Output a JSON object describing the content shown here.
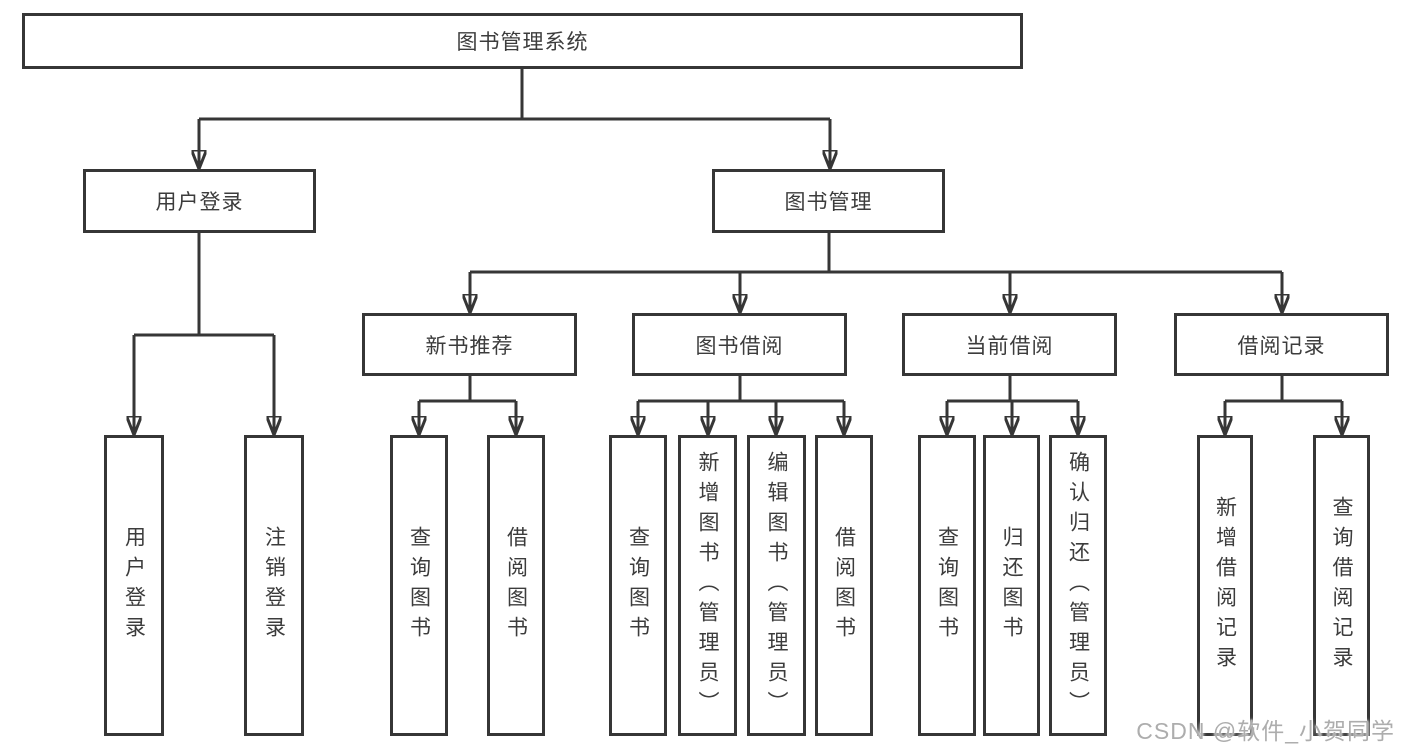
{
  "tree": {
    "label": "图书管理系统",
    "children": [
      {
        "label": "用户登录",
        "children": [
          {
            "label": "用户登录"
          },
          {
            "label": "注销登录"
          }
        ]
      },
      {
        "label": "图书管理",
        "children": [
          {
            "label": "新书推荐",
            "children": [
              {
                "label": "查询图书"
              },
              {
                "label": "借阅图书"
              }
            ]
          },
          {
            "label": "图书借阅",
            "children": [
              {
                "label": "查询图书"
              },
              {
                "label": "新增图书（管理员）"
              },
              {
                "label": "编辑图书（管理员）"
              },
              {
                "label": "借阅图书"
              }
            ]
          },
          {
            "label": "当前借阅",
            "children": [
              {
                "label": "查询图书"
              },
              {
                "label": "归还图书"
              },
              {
                "label": "确认归还（管理员）"
              }
            ]
          },
          {
            "label": "借阅记录",
            "children": [
              {
                "label": "新增借阅记录"
              },
              {
                "label": "查询借阅记录"
              }
            ]
          }
        ]
      }
    ]
  },
  "watermark": {
    "text": "CSDN @软件_小贺同学"
  },
  "colors": {
    "line": "#363636",
    "box_border": "#363636",
    "box_fill": "#ffffff",
    "text": "#3c3c3c",
    "watermark": "#adadad",
    "background": "#ffffff"
  }
}
